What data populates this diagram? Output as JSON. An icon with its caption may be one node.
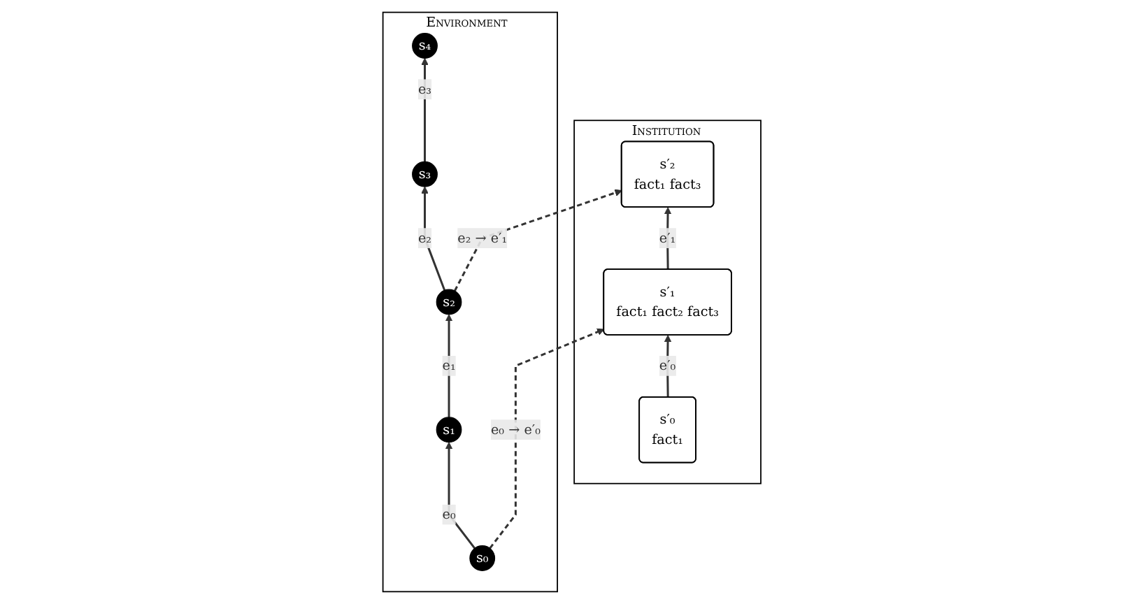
{
  "diagram": {
    "nodes": [
      {
        "text": [
          "Institution"
        ]
      },
      {
        "text": [
          "s′₀",
          "fact₁"
        ],
        "in": 0
      },
      {
        "text": [
          "s′₁",
          "fact₁ fact₂ fact₃"
        ],
        "in": 0
      },
      {
        "text": [
          "s′₂",
          "fact₁ fact₃"
        ],
        "in": 0
      },
      {
        "text": [
          "Environment"
        ]
      },
      {
        "text": [
          "s₀"
        ],
        "in": 4
      },
      {
        "text": [
          "s₁"
        ],
        "in": 4
      },
      {
        "text": [
          "s₂"
        ],
        "in": 4
      },
      {
        "text": [
          "s₃"
        ],
        "in": 4
      },
      {
        "text": [
          "s₄"
        ],
        "in": 4
      }
    ],
    "edges": [
      {
        "from": 1,
        "to": 2,
        "label": "e′₀",
        "arrow": "to"
      },
      {
        "from": 2,
        "to": 3,
        "label": "e′₁",
        "arrow": "to"
      },
      {
        "from": 5,
        "to": 2,
        "label": "e₀ → e′₀",
        "arrow": "to",
        "style": "dashed"
      },
      {
        "from": 7,
        "to": 3,
        "label": "e₂ → e′₁",
        "arrow": "to",
        "style": "dashed"
      },
      {
        "from": 5,
        "to": 6,
        "label": "e₀",
        "arrow": "to"
      },
      {
        "from": 6,
        "to": 7,
        "label": "e₁",
        "arrow": "to"
      },
      {
        "from": 7,
        "to": 8,
        "label": "e₂",
        "arrow": "to"
      },
      {
        "from": 8,
        "to": 9,
        "label": "e₃",
        "arrow": "to"
      }
    ]
  }
}
